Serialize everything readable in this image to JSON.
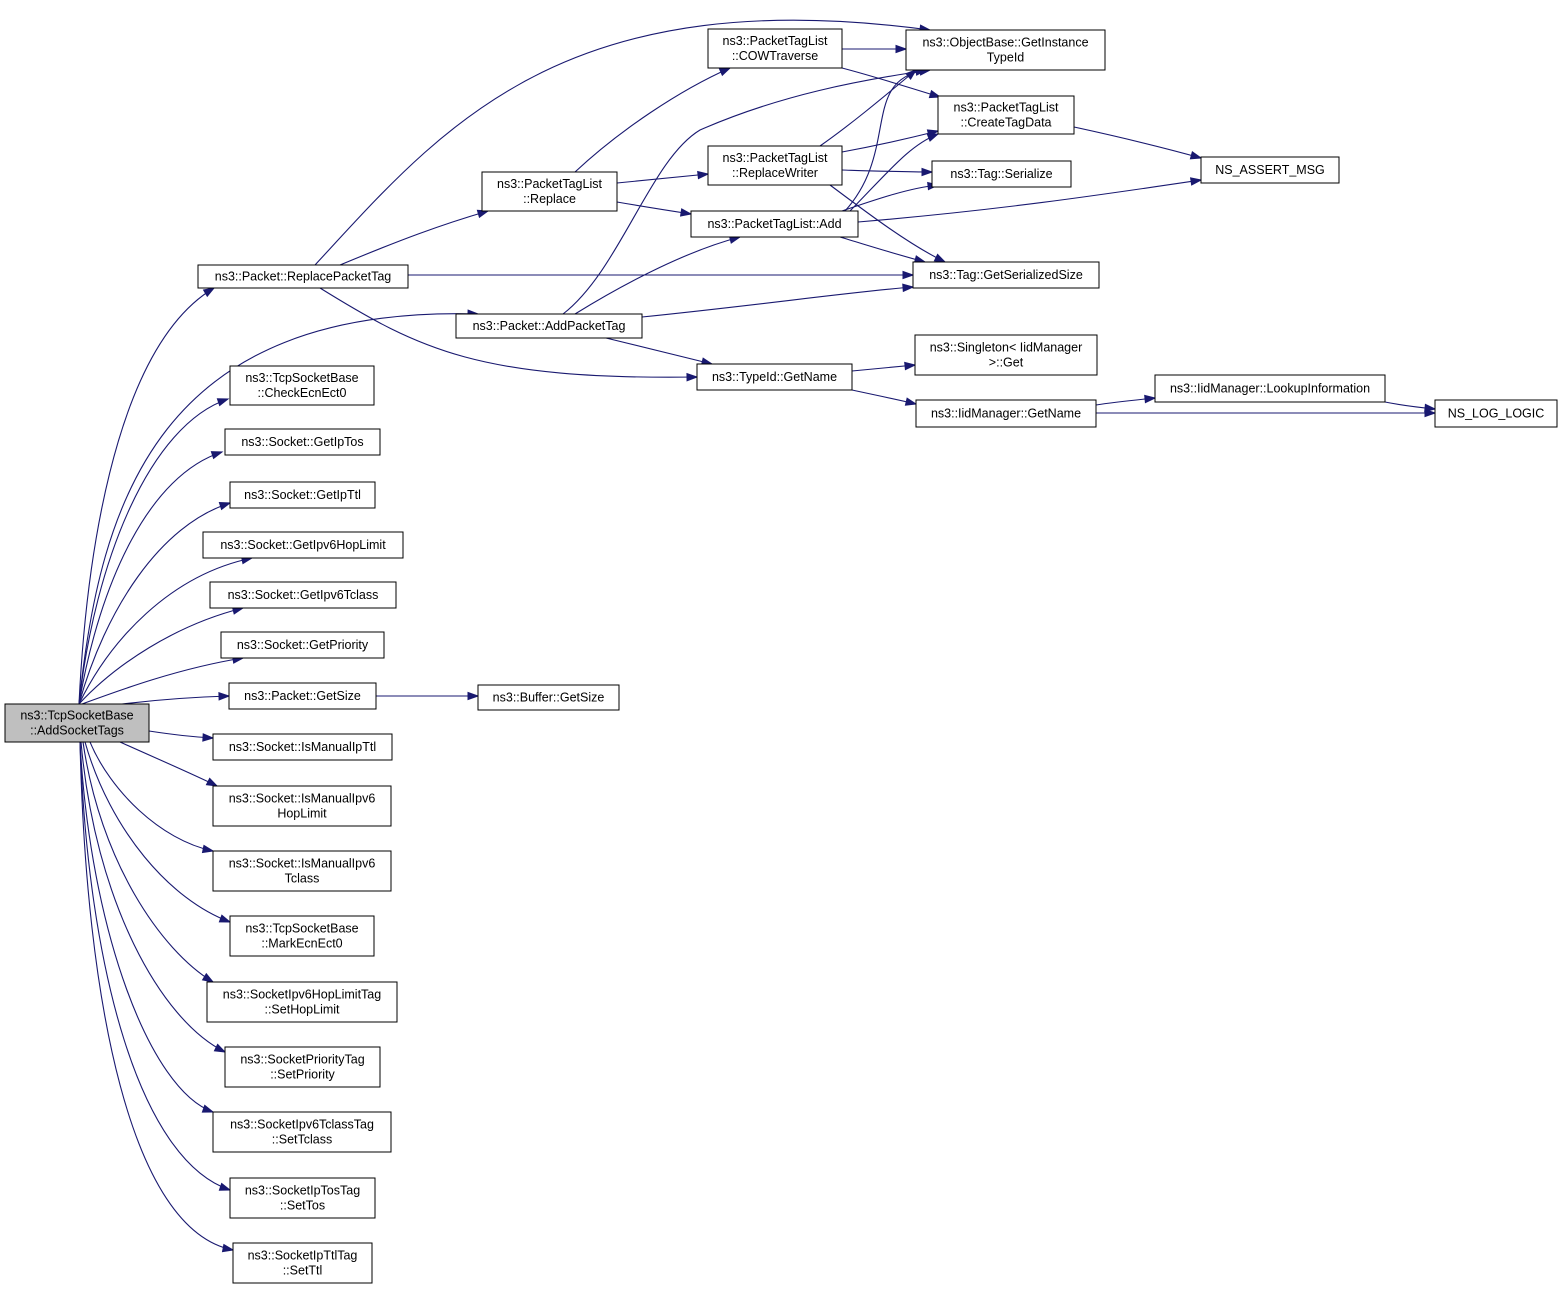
{
  "graph": {
    "kind": "call-graph",
    "root": "tsb_addsockettags",
    "nodes": [
      {
        "id": "tsb_addsockettags",
        "lines": [
          "ns3::TcpSocketBase",
          "::AddSocketTags"
        ],
        "root": true
      },
      {
        "id": "pkt_replacepackettag",
        "lines": [
          "ns3::Packet::ReplacePacketTag"
        ]
      },
      {
        "id": "pkt_addpackettag",
        "lines": [
          "ns3::Packet::AddPacketTag"
        ]
      },
      {
        "id": "ptl_replace",
        "lines": [
          "ns3::PacketTagList",
          "::Replace"
        ]
      },
      {
        "id": "ptl_cowtraverse",
        "lines": [
          "ns3::PacketTagList",
          "::COWTraverse"
        ]
      },
      {
        "id": "ptl_replacewriter",
        "lines": [
          "ns3::PacketTagList",
          "::ReplaceWriter"
        ]
      },
      {
        "id": "ptl_add",
        "lines": [
          "ns3::PacketTagList::Add"
        ]
      },
      {
        "id": "ob_getinstancetypeid",
        "lines": [
          "ns3::ObjectBase::GetInstance",
          "TypeId"
        ]
      },
      {
        "id": "ptl_createtagdata",
        "lines": [
          "ns3::PacketTagList",
          "::CreateTagData"
        ]
      },
      {
        "id": "tag_serialize",
        "lines": [
          "ns3::Tag::Serialize"
        ]
      },
      {
        "id": "tag_getserializedsize",
        "lines": [
          "ns3::Tag::GetSerializedSize"
        ]
      },
      {
        "id": "ns_assert_msg",
        "lines": [
          "NS_ASSERT_MSG"
        ]
      },
      {
        "id": "typeid_getname",
        "lines": [
          "ns3::TypeId::GetName"
        ]
      },
      {
        "id": "singleton_get",
        "lines": [
          "ns3::Singleton< IidManager",
          ">::Get"
        ]
      },
      {
        "id": "iidmgr_getname",
        "lines": [
          "ns3::IidManager::GetName"
        ]
      },
      {
        "id": "iidmgr_lookupinformation",
        "lines": [
          "ns3::IidManager::LookupInformation"
        ]
      },
      {
        "id": "ns_log_logic",
        "lines": [
          "NS_LOG_LOGIC"
        ]
      },
      {
        "id": "tsb_checkecnect0",
        "lines": [
          "ns3::TcpSocketBase",
          "::CheckEcnEct0"
        ]
      },
      {
        "id": "sock_getiptos",
        "lines": [
          "ns3::Socket::GetIpTos"
        ]
      },
      {
        "id": "sock_getipttl",
        "lines": [
          "ns3::Socket::GetIpTtl"
        ]
      },
      {
        "id": "sock_getipv6hoplimit",
        "lines": [
          "ns3::Socket::GetIpv6HopLimit"
        ]
      },
      {
        "id": "sock_getipv6tclass",
        "lines": [
          "ns3::Socket::GetIpv6Tclass"
        ]
      },
      {
        "id": "sock_getpriority",
        "lines": [
          "ns3::Socket::GetPriority"
        ]
      },
      {
        "id": "pkt_getsize",
        "lines": [
          "ns3::Packet::GetSize"
        ]
      },
      {
        "id": "buf_getsize",
        "lines": [
          "ns3::Buffer::GetSize"
        ]
      },
      {
        "id": "sock_ismanualipttl",
        "lines": [
          "ns3::Socket::IsManualIpTtl"
        ]
      },
      {
        "id": "sock_ismanualipv6hoplimit",
        "lines": [
          "ns3::Socket::IsManualIpv6",
          "HopLimit"
        ]
      },
      {
        "id": "sock_ismanualipv6tclass",
        "lines": [
          "ns3::Socket::IsManualIpv6",
          "Tclass"
        ]
      },
      {
        "id": "tsb_markecnect0",
        "lines": [
          "ns3::TcpSocketBase",
          "::MarkEcnEct0"
        ]
      },
      {
        "id": "sihl_sethoplimit",
        "lines": [
          "ns3::SocketIpv6HopLimitTag",
          "::SetHopLimit"
        ]
      },
      {
        "id": "spt_setpriority",
        "lines": [
          "ns3::SocketPriorityTag",
          "::SetPriority"
        ]
      },
      {
        "id": "sitc_settclass",
        "lines": [
          "ns3::SocketIpv6TclassTag",
          "::SetTclass"
        ]
      },
      {
        "id": "sitos_settos",
        "lines": [
          "ns3::SocketIpTosTag",
          "::SetTos"
        ]
      },
      {
        "id": "sittl_setttl",
        "lines": [
          "ns3::SocketIpTtlTag",
          "::SetTtl"
        ]
      }
    ],
    "edges": [
      {
        "from": "tsb_addsockettags",
        "to": "pkt_replacepackettag"
      },
      {
        "from": "tsb_addsockettags",
        "to": "pkt_addpackettag"
      },
      {
        "from": "tsb_addsockettags",
        "to": "tsb_checkecnect0"
      },
      {
        "from": "tsb_addsockettags",
        "to": "sock_getiptos"
      },
      {
        "from": "tsb_addsockettags",
        "to": "sock_getipttl"
      },
      {
        "from": "tsb_addsockettags",
        "to": "sock_getipv6hoplimit"
      },
      {
        "from": "tsb_addsockettags",
        "to": "sock_getipv6tclass"
      },
      {
        "from": "tsb_addsockettags",
        "to": "sock_getpriority"
      },
      {
        "from": "tsb_addsockettags",
        "to": "pkt_getsize"
      },
      {
        "from": "tsb_addsockettags",
        "to": "sock_ismanualipttl"
      },
      {
        "from": "tsb_addsockettags",
        "to": "sock_ismanualipv6hoplimit"
      },
      {
        "from": "tsb_addsockettags",
        "to": "sock_ismanualipv6tclass"
      },
      {
        "from": "tsb_addsockettags",
        "to": "tsb_markecnect0"
      },
      {
        "from": "tsb_addsockettags",
        "to": "sihl_sethoplimit"
      },
      {
        "from": "tsb_addsockettags",
        "to": "spt_setpriority"
      },
      {
        "from": "tsb_addsockettags",
        "to": "sitc_settclass"
      },
      {
        "from": "tsb_addsockettags",
        "to": "sitos_settos"
      },
      {
        "from": "tsb_addsockettags",
        "to": "sittl_setttl"
      },
      {
        "from": "pkt_replacepackettag",
        "to": "ob_getinstancetypeid"
      },
      {
        "from": "pkt_replacepackettag",
        "to": "ptl_replace"
      },
      {
        "from": "pkt_replacepackettag",
        "to": "tag_getserializedsize"
      },
      {
        "from": "pkt_replacepackettag",
        "to": "typeid_getname"
      },
      {
        "from": "pkt_addpackettag",
        "to": "ob_getinstancetypeid"
      },
      {
        "from": "pkt_addpackettag",
        "to": "ptl_add"
      },
      {
        "from": "pkt_addpackettag",
        "to": "tag_getserializedsize"
      },
      {
        "from": "pkt_addpackettag",
        "to": "typeid_getname"
      },
      {
        "from": "ptl_replace",
        "to": "ptl_cowtraverse"
      },
      {
        "from": "ptl_replace",
        "to": "ptl_replacewriter"
      },
      {
        "from": "ptl_replace",
        "to": "ptl_add"
      },
      {
        "from": "ptl_cowtraverse",
        "to": "ob_getinstancetypeid"
      },
      {
        "from": "ptl_cowtraverse",
        "to": "ptl_createtagdata"
      },
      {
        "from": "ptl_replacewriter",
        "to": "ob_getinstancetypeid"
      },
      {
        "from": "ptl_replacewriter",
        "to": "ptl_createtagdata"
      },
      {
        "from": "ptl_replacewriter",
        "to": "tag_serialize"
      },
      {
        "from": "ptl_replacewriter",
        "to": "tag_getserializedsize"
      },
      {
        "from": "ptl_add",
        "to": "ob_getinstancetypeid"
      },
      {
        "from": "ptl_add",
        "to": "ptl_createtagdata"
      },
      {
        "from": "ptl_add",
        "to": "tag_serialize"
      },
      {
        "from": "ptl_add",
        "to": "ns_assert_msg"
      },
      {
        "from": "ptl_add",
        "to": "tag_getserializedsize"
      },
      {
        "from": "ptl_createtagdata",
        "to": "ns_assert_msg"
      },
      {
        "from": "typeid_getname",
        "to": "singleton_get"
      },
      {
        "from": "typeid_getname",
        "to": "iidmgr_getname"
      },
      {
        "from": "iidmgr_getname",
        "to": "iidmgr_lookupinformation"
      },
      {
        "from": "iidmgr_getname",
        "to": "ns_log_logic"
      },
      {
        "from": "iidmgr_lookupinformation",
        "to": "ns_log_logic"
      },
      {
        "from": "pkt_getsize",
        "to": "buf_getsize"
      }
    ]
  },
  "colors": {
    "edge": "#191970",
    "node_border": "#000000",
    "node_fill": "#ffffff",
    "root_fill": "#bfbfbf",
    "background": "#ffffff"
  }
}
